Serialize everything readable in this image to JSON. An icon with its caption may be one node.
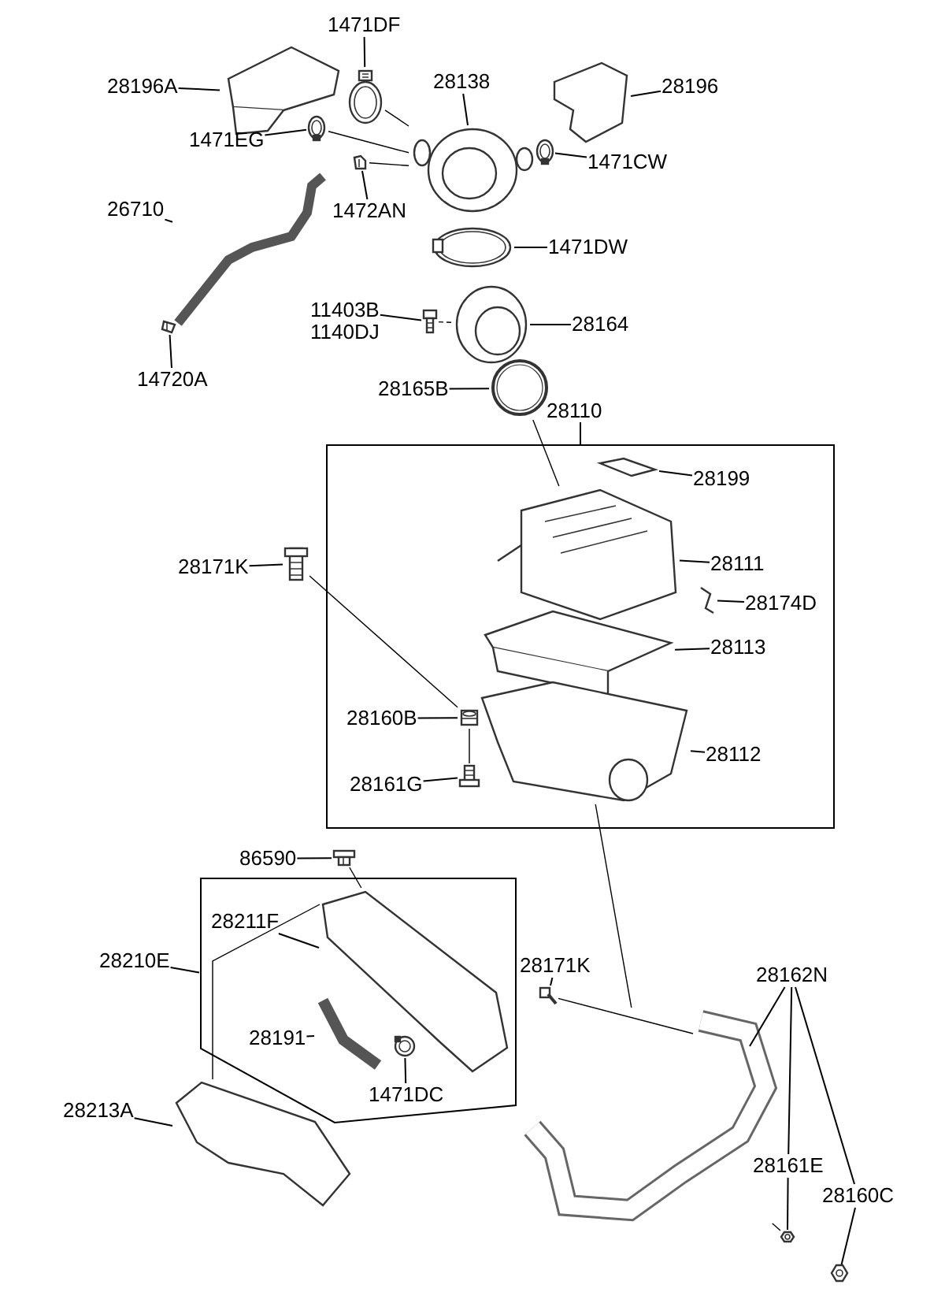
{
  "diagram": {
    "nodes": [
      {
        "text": [
          "28196A"
        ]
      },
      {
        "text": [
          "1471DF"
        ]
      },
      {
        "text": [
          "28138"
        ]
      },
      {
        "text": [
          "28196"
        ]
      },
      {
        "text": [
          "1471EG"
        ]
      },
      {
        "text": [
          "1472AN"
        ]
      },
      {
        "text": [
          "1471CW"
        ]
      },
      {
        "text": [
          "26710"
        ]
      },
      {
        "text": [
          "1471DW"
        ]
      },
      {
        "text": [
          "11403B"
        ]
      },
      {
        "text": [
          "1140DJ"
        ]
      },
      {
        "text": [
          "28164"
        ]
      },
      {
        "text": [
          "14720A"
        ]
      },
      {
        "text": [
          "28165B"
        ]
      },
      {
        "text": [
          "28110"
        ]
      },
      {
        "text": [],
        "shape": "box"
      },
      {
        "text": [
          "28199"
        ],
        "in": 15
      },
      {
        "text": [
          "28171K"
        ]
      },
      {
        "text": [
          "28111"
        ],
        "in": 15
      },
      {
        "text": [
          "28174D"
        ],
        "in": 15
      },
      {
        "text": [
          "28113"
        ],
        "in": 15
      },
      {
        "text": [
          "28160B"
        ],
        "in": 15
      },
      {
        "text": [
          "28112"
        ],
        "in": 15
      },
      {
        "text": [
          "28161G"
        ],
        "in": 15
      },
      {
        "text": [
          "86590"
        ]
      },
      {
        "text": [
          "28211F"
        ],
        "in": 27
      },
      {
        "text": [
          "28210E"
        ]
      },
      {
        "text": [],
        "shape": "box"
      },
      {
        "text": [
          "28191"
        ],
        "in": 27
      },
      {
        "text": [
          "1471DC"
        ],
        "in": 27
      },
      {
        "text": [
          "28213A"
        ]
      },
      {
        "text": [
          "28162N"
        ]
      },
      {
        "text": [
          "28171K"
        ]
      },
      {
        "text": [
          "28161E"
        ]
      },
      {
        "text": [
          "28160C"
        ]
      },
      {
        "text": [],
        "shape": "picture"
      },
      {
        "text": [],
        "shape": "picture"
      },
      {
        "text": [],
        "shape": "picture"
      },
      {
        "text": [],
        "shape": "picture"
      },
      {
        "text": [],
        "shape": "picture"
      },
      {
        "text": [],
        "shape": "picture"
      },
      {
        "text": [],
        "shape": "picture"
      },
      {
        "text": [],
        "shape": "picture"
      },
      {
        "text": [],
        "shape": "picture"
      },
      {
        "text": [],
        "shape": "picture"
      },
      {
        "text": [],
        "shape": "picture"
      },
      {
        "text": [],
        "shape": "picture"
      },
      {
        "text": [],
        "shape": "picture"
      },
      {
        "text": [],
        "shape": "picture",
        "in": 15
      },
      {
        "text": [],
        "shape": "picture"
      },
      {
        "text": [],
        "shape": "picture",
        "in": 15
      },
      {
        "text": [],
        "shape": "picture",
        "in": 15
      },
      {
        "text": [],
        "shape": "picture",
        "in": 15
      },
      {
        "text": [],
        "shape": "picture",
        "in": 15
      },
      {
        "text": [],
        "shape": "picture",
        "in": 15
      },
      {
        "text": [],
        "shape": "picture",
        "in": 15
      },
      {
        "text": [],
        "shape": "picture"
      },
      {
        "text": [],
        "shape": "picture",
        "in": 27
      },
      {
        "text": [],
        "shape": "picture",
        "in": 27
      },
      {
        "text": [],
        "shape": "picture",
        "in": 27
      },
      {
        "text": [],
        "shape": "picture"
      },
      {
        "text": [],
        "shape": "picture"
      },
      {
        "text": [],
        "shape": "picture"
      },
      {
        "text": [],
        "shape": "picture"
      },
      {
        "text": [],
        "shape": "picture"
      }
    ],
    "edges": [
      {
        "from": 0,
        "to": 35,
        "arrow": "none"
      },
      {
        "from": 1,
        "to": 36,
        "arrow": "none"
      },
      {
        "from": 2,
        "to": 37,
        "arrow": "none"
      },
      {
        "from": 3,
        "to": 38,
        "arrow": "none"
      },
      {
        "from": 4,
        "to": 39,
        "arrow": "none"
      },
      {
        "from": 5,
        "to": 40,
        "arrow": "none"
      },
      {
        "from": 6,
        "to": 41,
        "arrow": "none"
      },
      {
        "from": 7,
        "to": 42,
        "arrow": "none"
      },
      {
        "from": 8,
        "to": 44,
        "arrow": "none"
      },
      {
        "from": 9,
        "to": 45,
        "arrow": "none"
      },
      {
        "from": 11,
        "to": 46,
        "arrow": "none"
      },
      {
        "from": 12,
        "to": 43,
        "arrow": "none"
      },
      {
        "from": 13,
        "to": 47,
        "arrow": "none"
      },
      {
        "from": 14,
        "to": 15,
        "arrow": "none"
      },
      {
        "from": 16,
        "to": 48,
        "arrow": "none"
      },
      {
        "from": 17,
        "to": 49,
        "arrow": "none"
      },
      {
        "from": 18,
        "to": 50,
        "arrow": "none"
      },
      {
        "from": 19,
        "to": 51,
        "arrow": "none"
      },
      {
        "from": 20,
        "to": 52,
        "arrow": "none"
      },
      {
        "from": 21,
        "to": 53,
        "arrow": "none"
      },
      {
        "from": 22,
        "to": 54,
        "arrow": "none"
      },
      {
        "from": 23,
        "to": 55,
        "arrow": "none"
      },
      {
        "from": 24,
        "to": 56,
        "arrow": "none"
      },
      {
        "from": 25,
        "to": 57,
        "arrow": "none"
      },
      {
        "from": 26,
        "to": 27,
        "arrow": "none"
      },
      {
        "from": 28,
        "to": 58,
        "arrow": "none"
      },
      {
        "from": 29,
        "to": 59,
        "arrow": "none"
      },
      {
        "from": 30,
        "to": 60,
        "arrow": "none"
      },
      {
        "from": 31,
        "to": 61,
        "arrow": "none"
      },
      {
        "from": 31,
        "to": 33,
        "arrow": "none"
      },
      {
        "from": 31,
        "to": 34,
        "arrow": "none"
      },
      {
        "from": 32,
        "to": 62,
        "arrow": "none"
      },
      {
        "from": 33,
        "to": 63,
        "arrow": "none"
      },
      {
        "from": 34,
        "to": 64,
        "arrow": "none"
      },
      {
        "from": 39,
        "to": 37,
        "arrow": "none"
      },
      {
        "from": 36,
        "to": 37,
        "arrow": "none"
      },
      {
        "from": 40,
        "to": 37,
        "arrow": "none"
      },
      {
        "from": 45,
        "to": 46,
        "arrow": "none",
        "style": "dashed"
      },
      {
        "from": 47,
        "to": 50,
        "arrow": "none"
      },
      {
        "from": 49,
        "to": 53,
        "arrow": "none"
      },
      {
        "from": 53,
        "to": 55,
        "arrow": "none"
      },
      {
        "from": 56,
        "to": 57,
        "arrow": "none"
      },
      {
        "from": 57,
        "to": 60,
        "arrow": "none"
      },
      {
        "from": 54,
        "to": 61,
        "arrow": "none"
      },
      {
        "from": 62,
        "to": 61,
        "arrow": "none"
      },
      {
        "from": 61,
        "to": 63,
        "arrow": "none"
      }
    ]
  }
}
